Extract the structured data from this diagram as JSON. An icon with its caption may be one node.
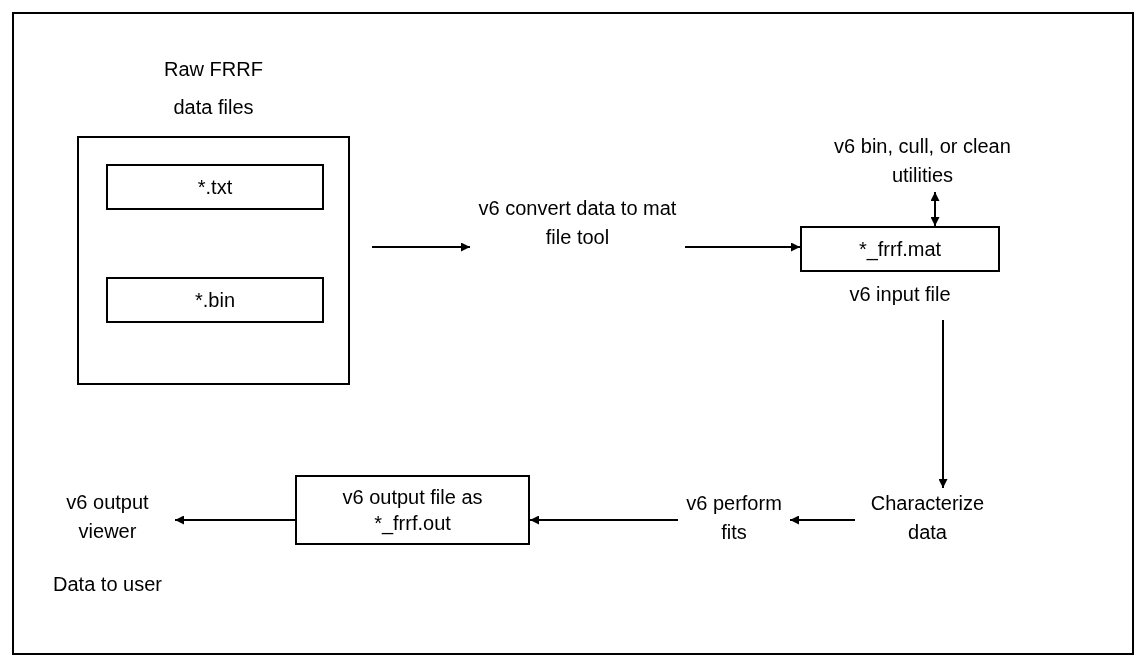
{
  "diagram": {
    "nodes": [
      {
        "text": [
          "Raw FRRF data files"
        ]
      },
      {
        "text": [
          "*.txt"
        ],
        "in": 0
      },
      {
        "text": [
          "*.bin"
        ],
        "in": 0
      },
      {
        "text": [
          "v6 convert data to mat file tool"
        ]
      },
      {
        "text": [
          "*_frrf.mat"
        ],
        "beside": [
          "v6 input file"
        ]
      },
      {
        "text": [
          "v6 bin, cull, or clean utilities"
        ]
      },
      {
        "text": [
          "Characterize data"
        ]
      },
      {
        "text": [
          "v6 perform fits"
        ]
      },
      {
        "text": [
          "v6 output file as *_frrf.out"
        ]
      },
      {
        "text": [
          "v6 output viewer"
        ],
        "beside": [
          "Data to user"
        ]
      }
    ],
    "edges": [
      {
        "from": 0,
        "to": 3,
        "arrow": "to"
      },
      {
        "from": 3,
        "to": 4,
        "arrow": "to"
      },
      {
        "from": 4,
        "to": 5,
        "arrow": "both"
      },
      {
        "from": 4,
        "to": 6,
        "arrow": "to"
      },
      {
        "from": 6,
        "to": 7,
        "arrow": "to"
      },
      {
        "from": 7,
        "to": 8,
        "arrow": "to"
      },
      {
        "from": 8,
        "to": 9,
        "arrow": "to"
      }
    ]
  }
}
